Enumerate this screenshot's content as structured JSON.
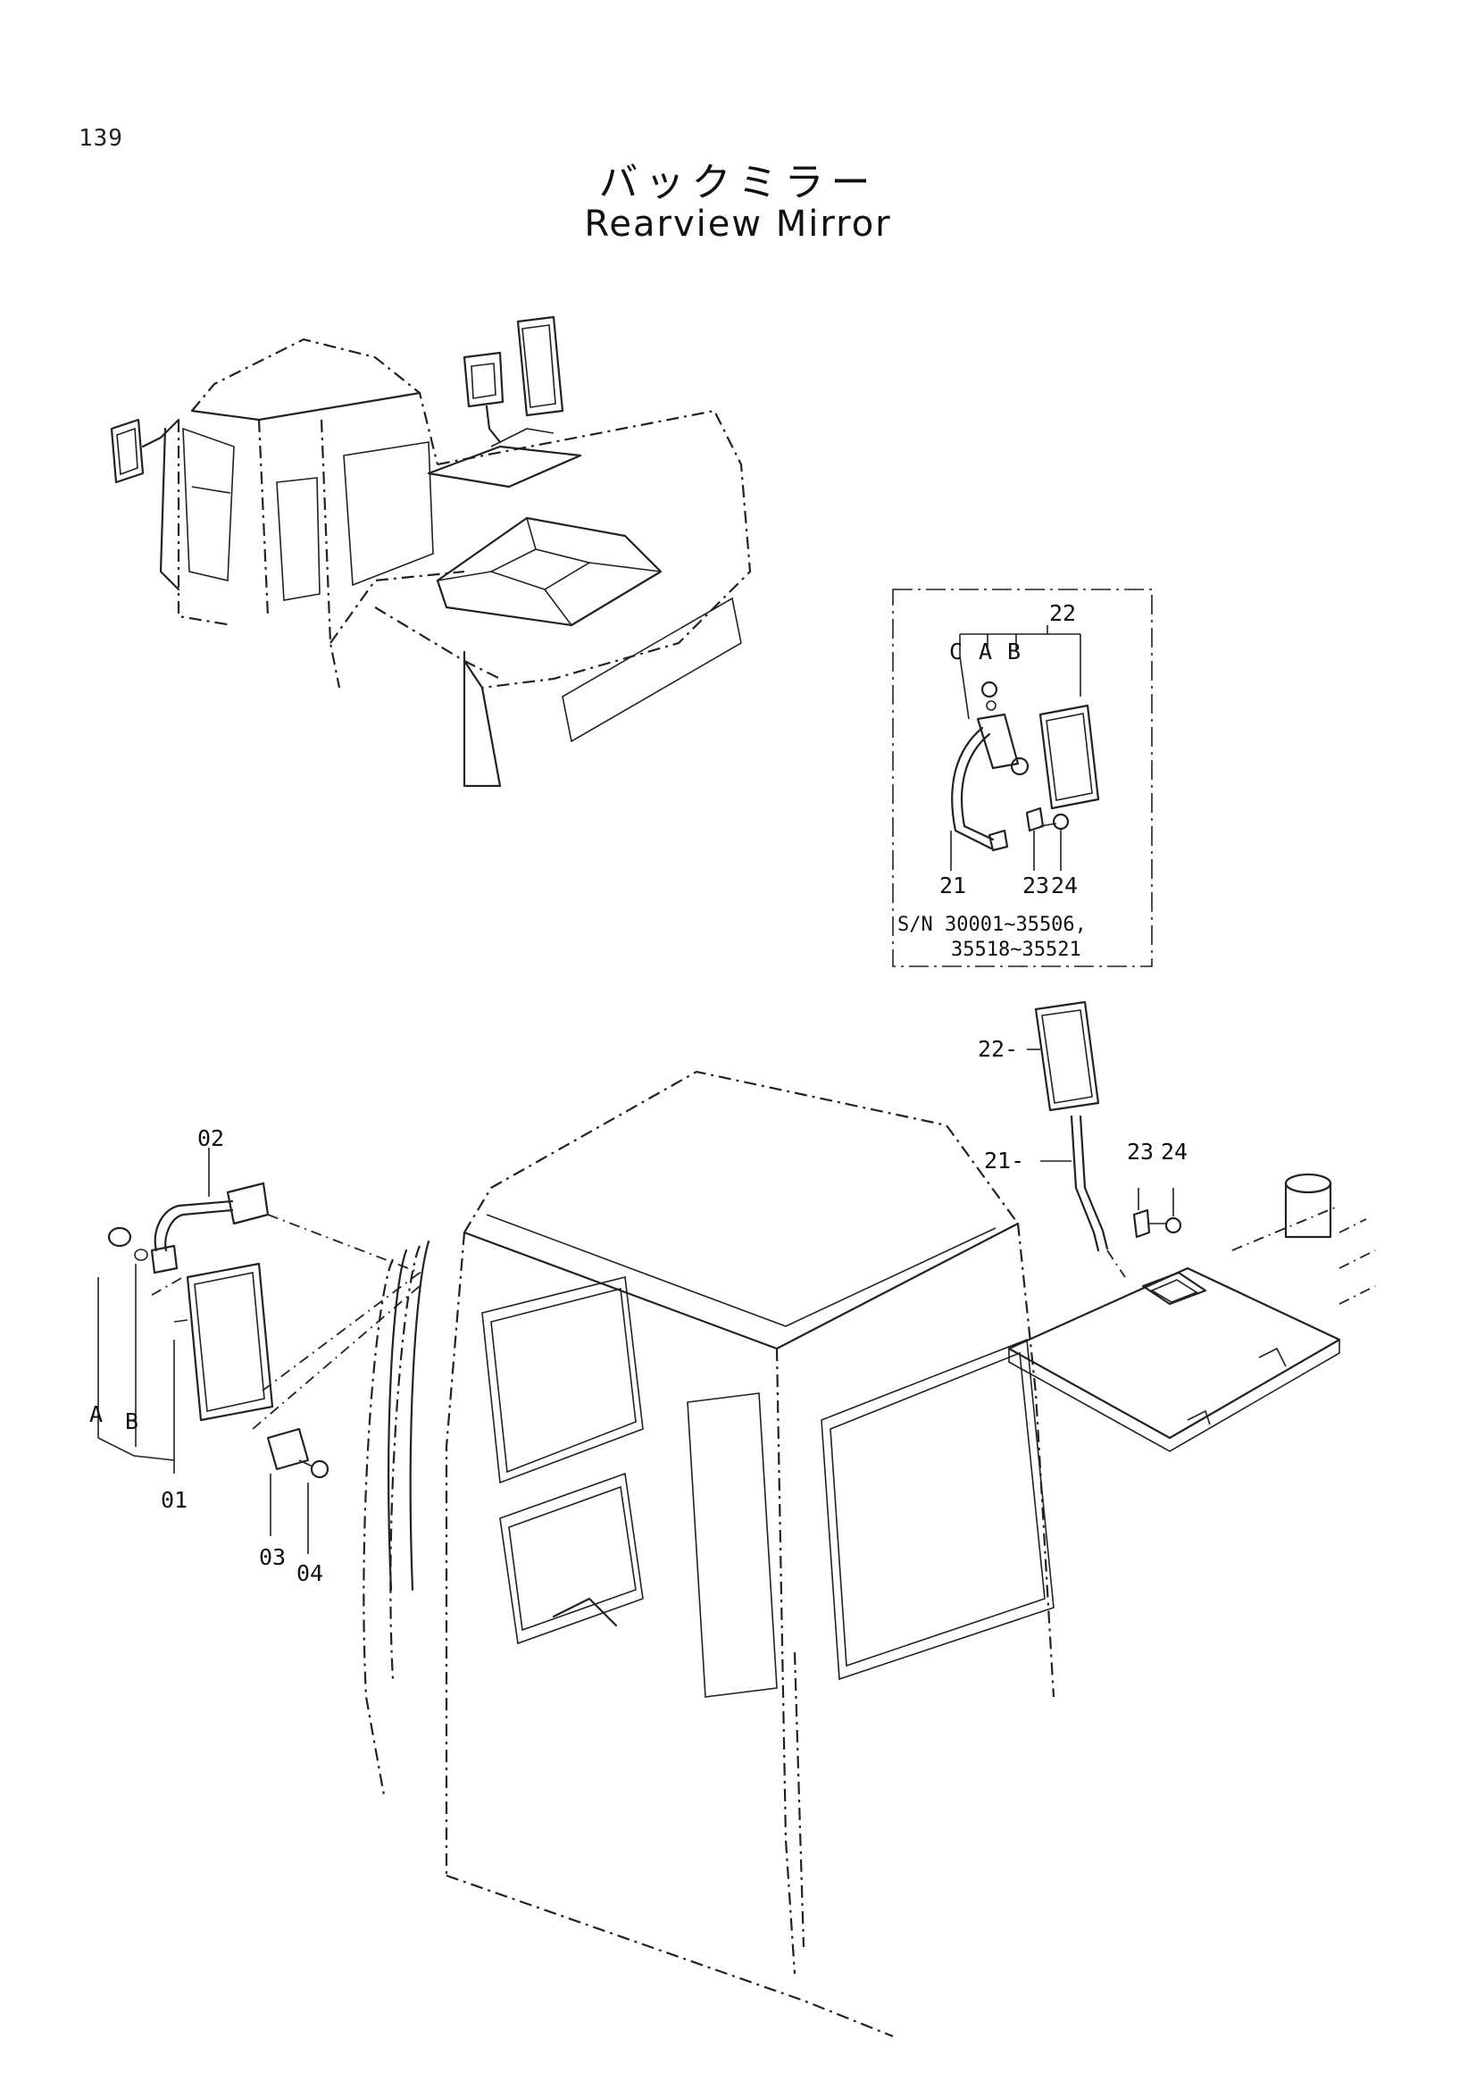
{
  "page_number": "139",
  "title_jp": "バックミラー",
  "title_en": "Rearview Mirror",
  "inset": {
    "labels": {
      "c": "C",
      "a": "A",
      "b": "B",
      "p22": "22",
      "p21": "21",
      "p23": "23",
      "p24": "24"
    },
    "serial_line1": "S/N  30001~35506,",
    "serial_line2": "35518~35521"
  },
  "main": {
    "labels": {
      "p22": "22-",
      "p21": "21-",
      "p23": "23",
      "p24": "24"
    }
  },
  "left_detail": {
    "labels": {
      "p02": "02",
      "a": "A",
      "b": "B",
      "p01": "01",
      "p03": "03",
      "p04": "04"
    }
  }
}
